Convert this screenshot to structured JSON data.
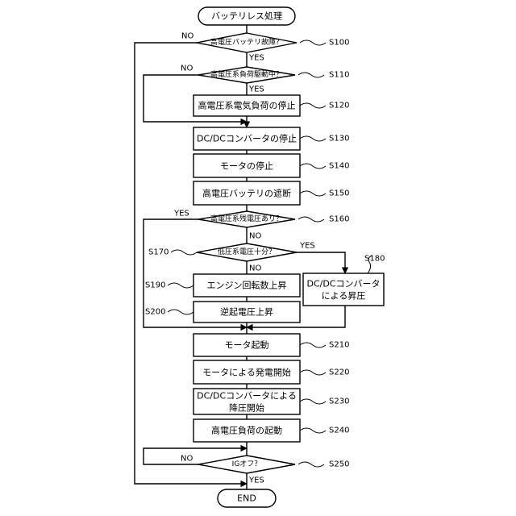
{
  "nodes": {
    "start": "バッテリレス処理",
    "d100": "高電圧バッテリ故障？",
    "d110": "高電圧系負荷駆動中？",
    "p120": "高電圧系電気負荷の停止",
    "p130": "DC/DCコンバータの停止",
    "p140": "モータの停止",
    "p150": "高電圧バッテリの遮断",
    "d160": "高電圧系残電圧あり？",
    "d170": "低圧系電圧十分？",
    "p180_line1": "DC/DCコンバータ",
    "p180_line2": "による昇圧",
    "p190": "エンジン回転数上昇",
    "p200": "逆起電圧上昇",
    "p210": "モータ起動",
    "p220": "モータによる発電開始",
    "p230_line1": "DC/DCコンバータによる",
    "p230_line2": "降圧開始",
    "p240": "高電圧負荷の起動",
    "d250": "IGオフ？",
    "end": "END"
  },
  "branches": {
    "d100_no": "NO",
    "d100_yes": "YES",
    "d110_no": "NO",
    "d110_yes": "YES",
    "d160_yes": "YES",
    "d160_no": "NO",
    "d170_yes": "YES",
    "d170_no": "NO",
    "d250_no": "NO",
    "d250_yes": "YES"
  },
  "steps": {
    "s100": "S100",
    "s110": "S110",
    "s120": "S120",
    "s130": "S130",
    "s140": "S140",
    "s150": "S150",
    "s160": "S160",
    "s170": "S170",
    "s180": "S180",
    "s190": "S190",
    "s200": "S200",
    "s210": "S210",
    "s220": "S220",
    "s230": "S230",
    "s240": "S240",
    "s250": "S250"
  }
}
